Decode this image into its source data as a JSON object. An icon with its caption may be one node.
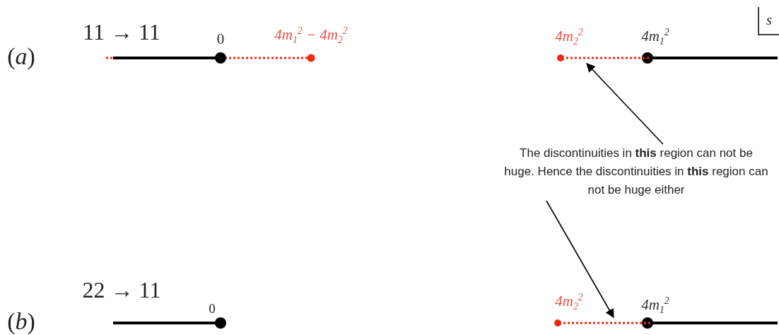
{
  "diagram": {
    "nodes": [
      {
        "text": [
          "The discontinuities in **this** region can not be huge. Hence the discontinuities in **this** region can not be huge either"
        ]
      },
      {
        "text": [],
        "shape": "bar"
      },
      {
        "text": [],
        "shape": "bar"
      }
    ],
    "edges": [
      {
        "from": 0,
        "to": 1,
        "arrow": "to"
      },
      {
        "from": 0,
        "to": 2,
        "arrow": "to"
      }
    ],
    "labels": [
      "(*a*)",
      "11 → 11",
      "0",
      "4m$_{1}$$^{2}$ − 4m$_{2}$$^{2}$",
      "4m$_{2}$$^{2}$",
      "4m$_{1}$$^{2}$",
      "*s*",
      "(*b*)",
      "22 → 11",
      "0",
      "4m$_{2}$$^{2}$",
      "4m$_{1}$$^{2}$"
    ]
  }
}
